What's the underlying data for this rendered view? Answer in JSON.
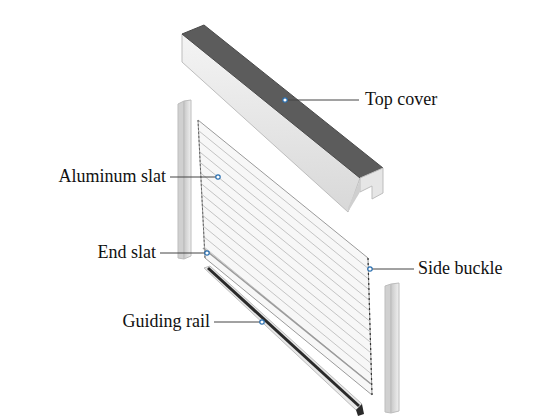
{
  "diagram": {
    "labels": [
      "Top cover",
      "Aluminum slat",
      "End slat",
      "Side buckle",
      "Guiding rail"
    ]
  }
}
